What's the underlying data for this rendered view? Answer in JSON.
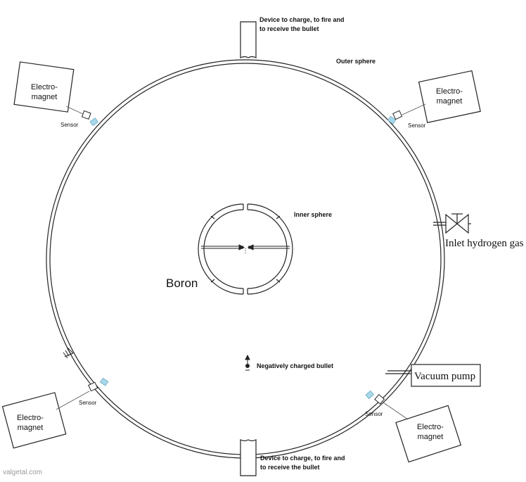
{
  "labels": {
    "device_top_line1": "Device to charge, to fire and",
    "device_top_line2": "to receive the bullet",
    "device_bottom_line1": "Device to charge, to fire and",
    "device_bottom_line2": "to receive the bullet",
    "outer_sphere": "Outer sphere",
    "inner_sphere": "Inner sphere",
    "boron": "Boron",
    "inlet": "Inlet hydrogen gas",
    "vacuum_pump": "Vacuum pump",
    "bullet": "Negatively charged bullet",
    "watermark": "valgetal.com"
  },
  "electromagnets": [
    {
      "line1": "Electro-",
      "line2": "magnet",
      "sensor": "Sensor"
    },
    {
      "line1": "Electro-",
      "line2": "magnet",
      "sensor": "Sensor"
    },
    {
      "line1": "Electro-",
      "line2": "magnet",
      "sensor": "Sensor"
    },
    {
      "line1": "Electro-",
      "line2": "magnet",
      "sensor": "Sensor"
    }
  ],
  "colors": {
    "line": "#222222",
    "sensor_window": "#a8d8ea"
  }
}
